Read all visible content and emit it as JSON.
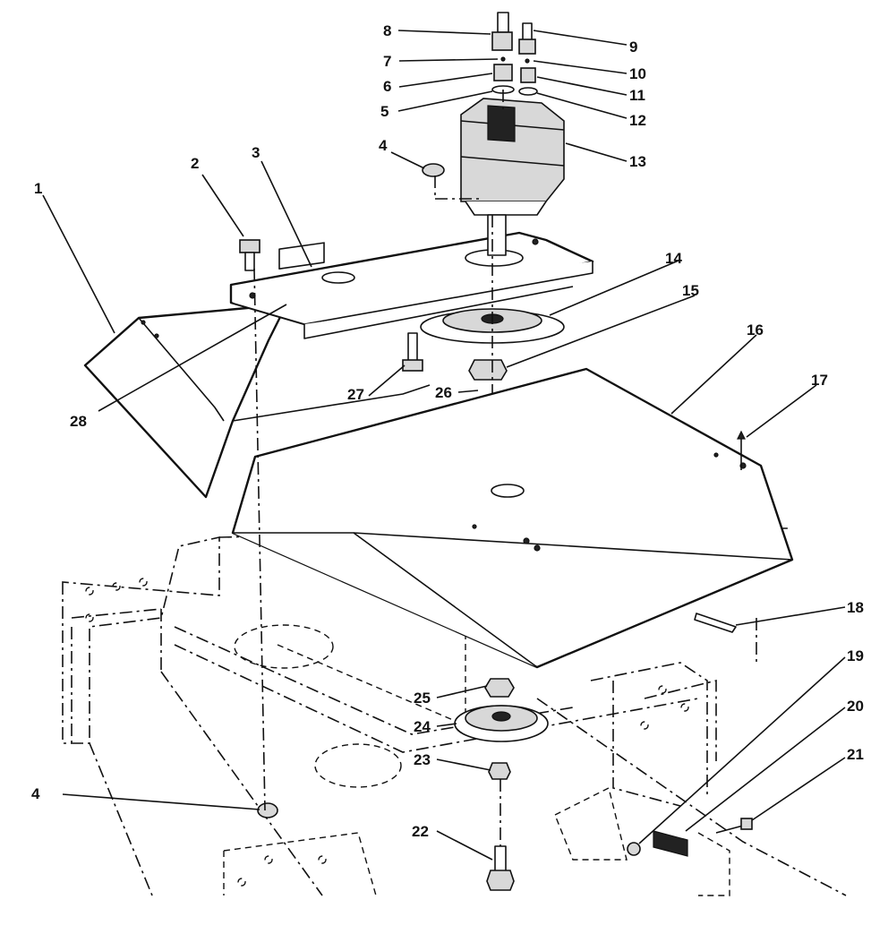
{
  "callouts": [
    {
      "id": "1",
      "label": "1"
    },
    {
      "id": "2",
      "label": "2"
    },
    {
      "id": "3",
      "label": "3"
    },
    {
      "id": "4a",
      "label": "4"
    },
    {
      "id": "4b",
      "label": "4"
    },
    {
      "id": "5",
      "label": "5"
    },
    {
      "id": "6",
      "label": "6"
    },
    {
      "id": "7",
      "label": "7"
    },
    {
      "id": "8",
      "label": "8"
    },
    {
      "id": "9",
      "label": "9"
    },
    {
      "id": "10",
      "label": "10"
    },
    {
      "id": "11",
      "label": "11"
    },
    {
      "id": "12",
      "label": "12"
    },
    {
      "id": "13",
      "label": "13"
    },
    {
      "id": "14",
      "label": "14"
    },
    {
      "id": "15",
      "label": "15"
    },
    {
      "id": "16",
      "label": "16"
    },
    {
      "id": "17",
      "label": "17"
    },
    {
      "id": "18",
      "label": "18"
    },
    {
      "id": "19",
      "label": "19"
    },
    {
      "id": "20",
      "label": "20"
    },
    {
      "id": "21",
      "label": "21"
    },
    {
      "id": "22",
      "label": "22"
    },
    {
      "id": "23",
      "label": "23"
    },
    {
      "id": "24",
      "label": "24"
    },
    {
      "id": "25",
      "label": "25"
    },
    {
      "id": "26",
      "label": "26"
    },
    {
      "id": "27",
      "label": "27"
    },
    {
      "id": "28",
      "label": "28"
    }
  ],
  "colors": {
    "ink": "#111111",
    "paper": "#ffffff",
    "shade": "#d8d8d8"
  }
}
